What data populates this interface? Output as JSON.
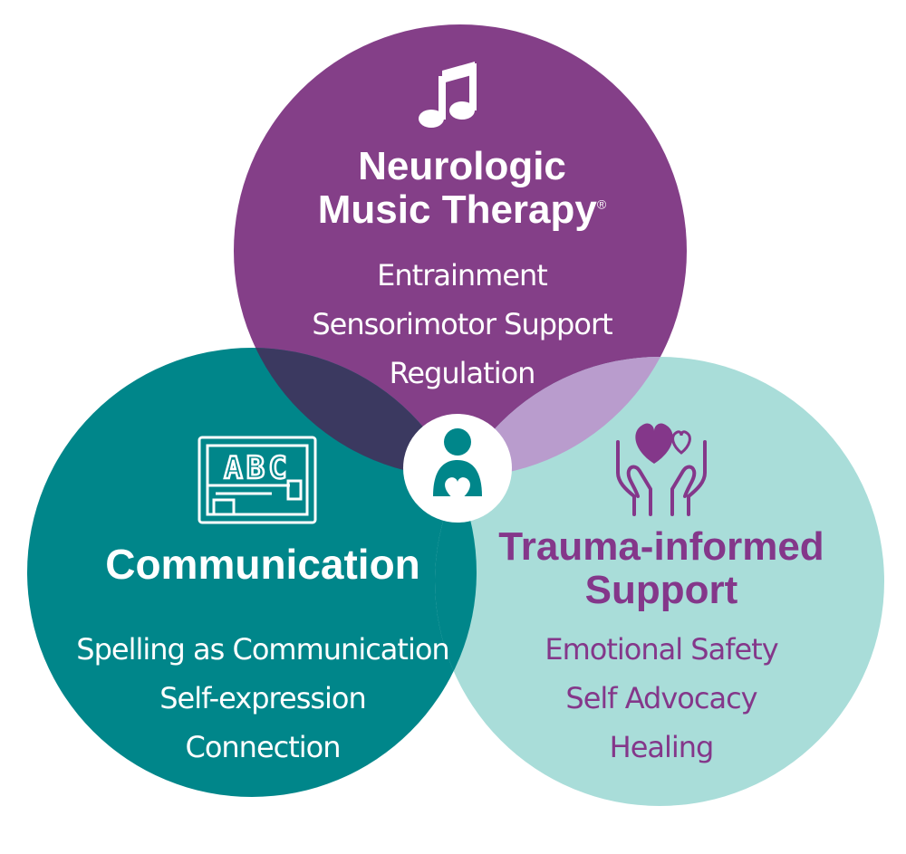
{
  "colors": {
    "music_circle": "#843f88",
    "communication_circle": "#00868a",
    "trauma_circle": "#a9ddd9",
    "music_comm_overlap": "#3b3960",
    "music_trauma_overlap": "#b99ccd",
    "center_badge": "#ffffff",
    "center_icon": "#00868a",
    "trauma_text": "#84378a"
  },
  "music": {
    "icon": "music-note-icon",
    "title_line1": "Neurologic",
    "title_line2": "Music Therapy",
    "registered": "®",
    "items": [
      "Entrainment",
      "Sensorimotor Support",
      "Regulation"
    ]
  },
  "communication": {
    "icon": "abc-board-icon",
    "icon_text": "ABC",
    "title": "Communication",
    "items": [
      "Spelling as Communication",
      "Self-expression",
      "Connection"
    ]
  },
  "trauma": {
    "icon": "hands-hearts-icon",
    "title_line1": "Trauma-informed",
    "title_line2": "Support",
    "items": [
      "Emotional Safety",
      "Self Advocacy",
      "Healing"
    ]
  },
  "center": {
    "icon": "person-heart-icon"
  }
}
